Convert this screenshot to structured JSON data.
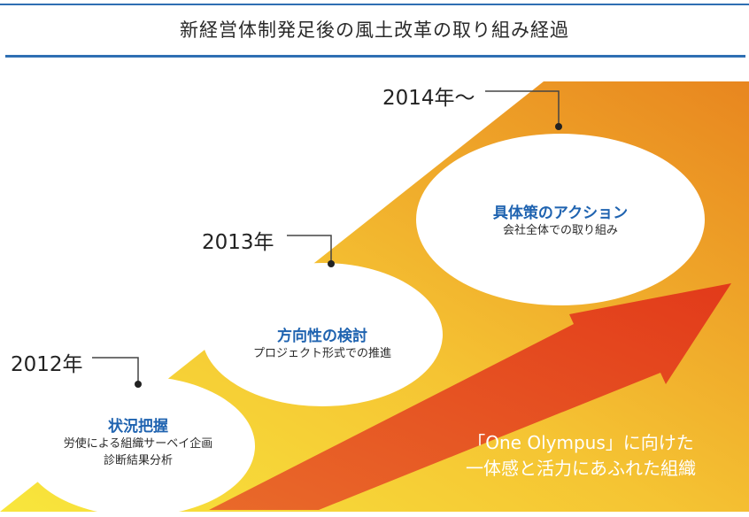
{
  "title": "新経営体制発足後の風土改革の取り組み経過",
  "steps": [
    {
      "year": "2012年",
      "title": "状況把握",
      "lines": [
        "労使による組織サーベイ企画",
        "診断結果分析"
      ]
    },
    {
      "year": "2013年",
      "title": "方向性の検討",
      "lines": [
        "プロジェクト形式での推進"
      ]
    },
    {
      "year": "2014年～",
      "title": "具体策のアクション",
      "lines": [
        "会社全体での取り組み"
      ]
    }
  ],
  "slogan": {
    "line1": "「One Olympus」に向けた",
    "line2": "一体感と活力にあふれた組織"
  },
  "colors": {
    "accent": "#1f63b0",
    "gradient_start": "#f7e03a",
    "gradient_end": "#e8861f",
    "arrow": "#e5401c"
  }
}
